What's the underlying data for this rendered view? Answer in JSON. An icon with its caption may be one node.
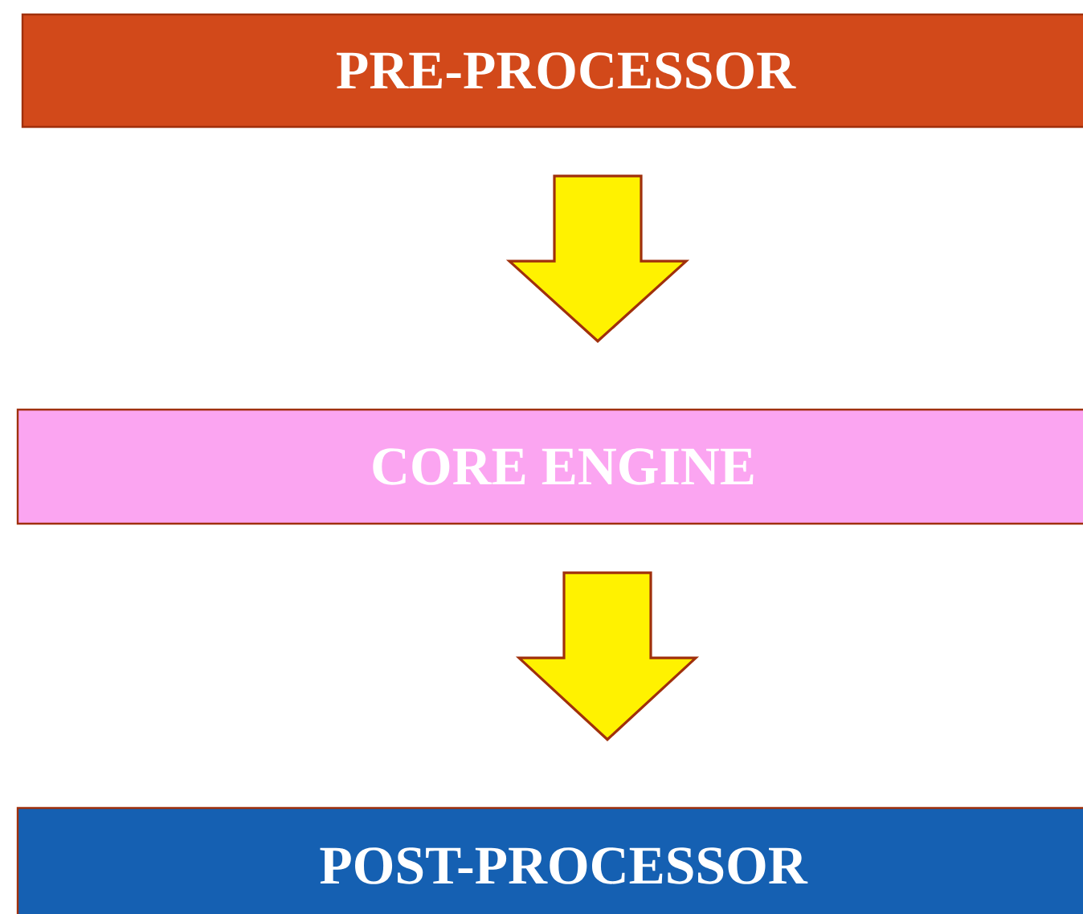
{
  "diagram": {
    "nodes": [
      {
        "text": [
          "PRE-PROCESSOR"
        ]
      },
      {
        "text": [
          "CORE ENGINE"
        ]
      },
      {
        "text": [
          "POST-PROCESSOR"
        ]
      }
    ],
    "edges": [
      {
        "from": 0,
        "to": 1,
        "arrow": "to"
      },
      {
        "from": 1,
        "to": 2,
        "arrow": "to"
      }
    ]
  }
}
